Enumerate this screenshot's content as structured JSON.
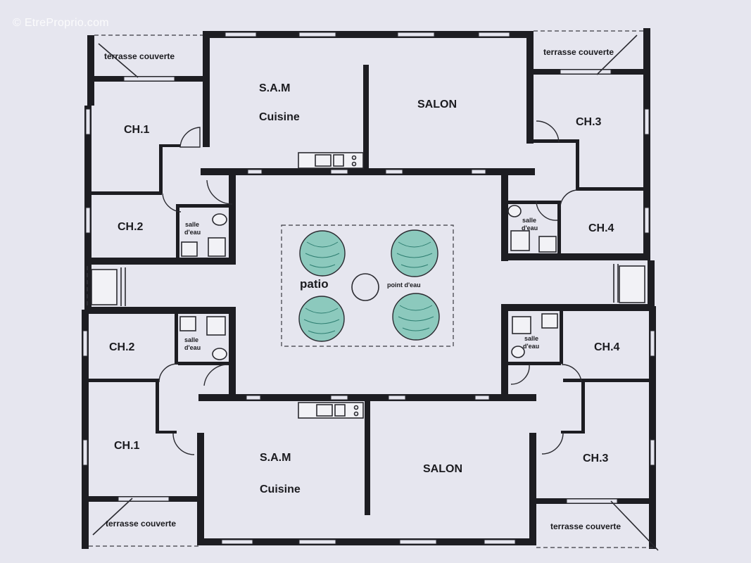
{
  "watermark": "© EtreProprio.com",
  "rooms": {
    "sam": "S.A.M",
    "cuisine": "Cuisine",
    "salon": "SALON",
    "ch1": "CH.1",
    "ch2": "CH.2",
    "ch3": "CH.3",
    "ch4": "CH.4",
    "salle": "salle",
    "deau": "d'eau",
    "terrasse": "terrasse couverte",
    "patio": "patio",
    "point_eau": "point d'eau"
  },
  "colors": {
    "background": "#e6e6ef",
    "walls": "#1d1d22",
    "plants": "#8cc9bd"
  },
  "icons": [
    "plant-icon",
    "kitchen-sink-icon",
    "shower-icon",
    "toilet-icon",
    "door-swing-icon"
  ]
}
